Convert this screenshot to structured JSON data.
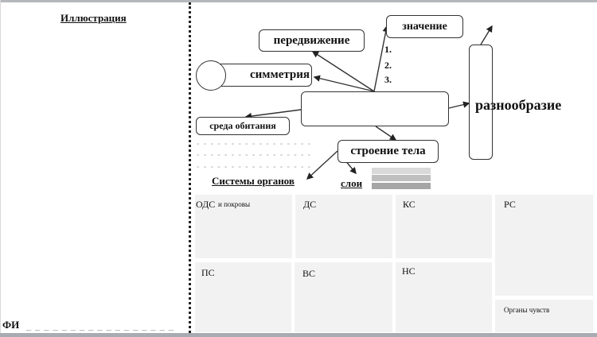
{
  "left_panel": {
    "illustration_label": "Иллюстрация",
    "name_label": "ФИ",
    "name_line": "________________"
  },
  "diagram": {
    "center_box": "",
    "movement": "передвижение",
    "meaning": "значение",
    "meaning_list": [
      "1.",
      "2.",
      "3."
    ],
    "symmetry": "симметрия",
    "habitat": "среда обитания",
    "habitat_lines": [
      "________________",
      "________________",
      "________________"
    ],
    "body_structure": "строение тела",
    "diversity": "разнообразие",
    "organ_systems": "Системы органов",
    "layers": "слои",
    "layer_colors": [
      "#d9d9d9",
      "#bfbfbf",
      "#a6a6a6"
    ]
  },
  "grid": {
    "cells": [
      {
        "label": "ОДС",
        "sublabel": "и покровы"
      },
      {
        "label": "ДС"
      },
      {
        "label": "КС"
      },
      {
        "label": "РС"
      },
      {
        "label": "ПС"
      },
      {
        "label": "ВС"
      },
      {
        "label": "НС"
      },
      {
        "label": "Органы чувств"
      }
    ]
  }
}
